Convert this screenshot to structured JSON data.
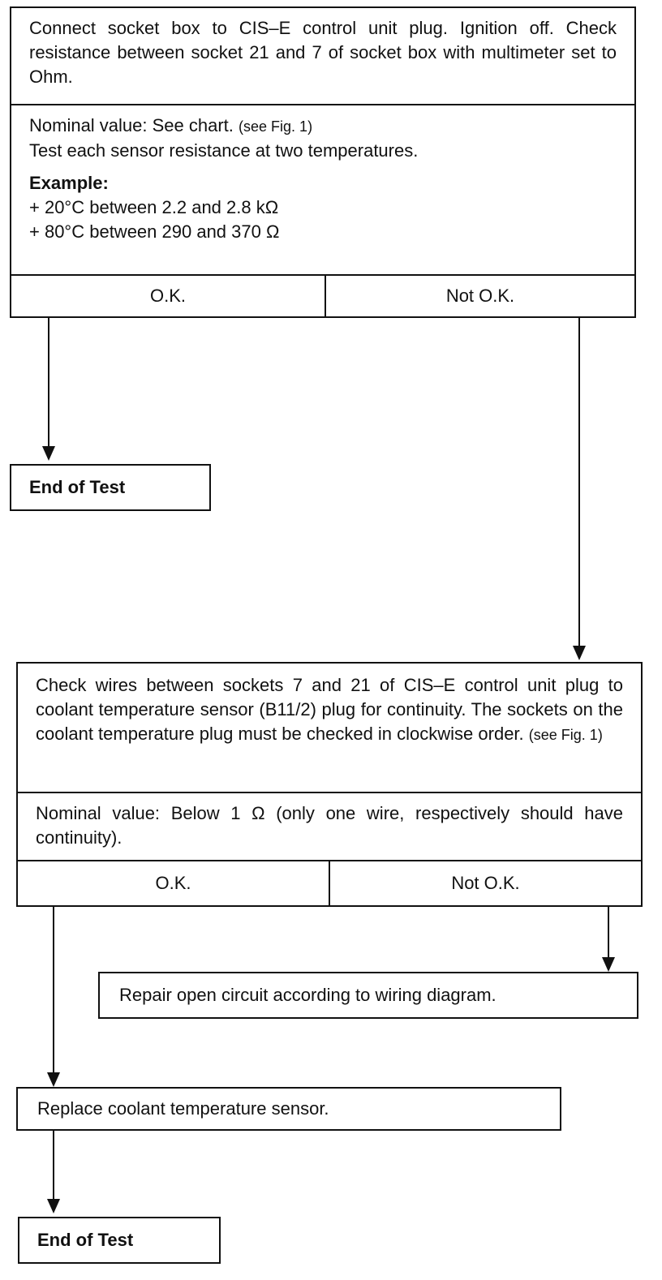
{
  "step1": {
    "instruction": "Connect socket box to CIS–E control unit plug. Ignition off. Check resistance between socket 21 and 7 of socket box with multimeter set to Ohm.",
    "nominal_label": "Nominal value:  See chart.",
    "nominal_ref": "(see Fig. 1)",
    "test_note": "Test each sensor resistance at two temperatures.",
    "example_label": "Example:",
    "example_lines": [
      "+ 20°C between 2.2 and 2.8 kΩ",
      "+ 80°C between 290 and 370 Ω"
    ],
    "ok_label": "O.K.",
    "not_ok_label": "Not O.K."
  },
  "end1": {
    "label": "End of Test"
  },
  "step2": {
    "instruction": "Check wires between sockets 7 and 21 of CIS–E control unit plug to coolant temperature sensor (B11/2) plug for continuity. The sockets on the coolant temperature plug must be checked in clockwise order.",
    "instruction_ref": "(see Fig. 1)",
    "nominal": "Nominal value:  Below 1 Ω (only one wire, respectively should have continuity).",
    "ok_label": "O.K.",
    "not_ok_label": "Not O.K."
  },
  "repair": {
    "label": "Repair open circuit according to wiring diagram."
  },
  "replace": {
    "label": "Replace coolant temperature sensor."
  },
  "end2": {
    "label": "End of Test"
  }
}
